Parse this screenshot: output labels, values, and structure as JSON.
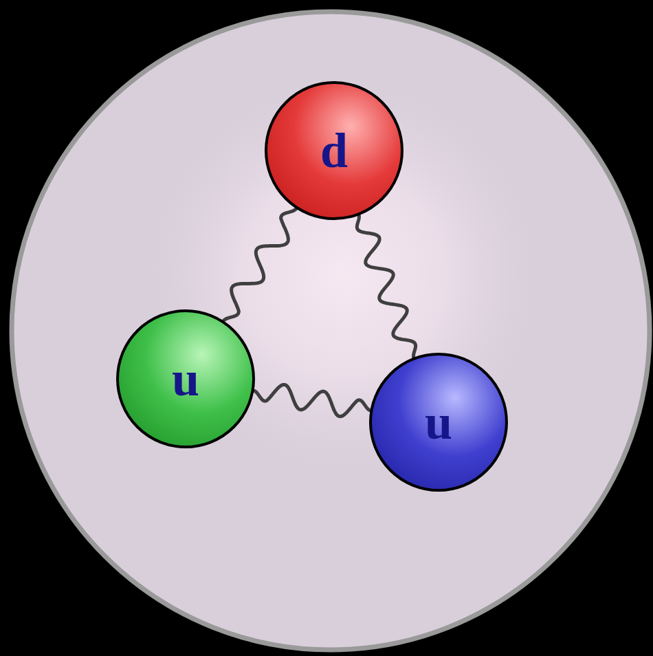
{
  "diagram": {
    "nodes": [
      {
        "text": [
          "d"
        ]
      },
      {
        "text": [
          "u"
        ]
      },
      {
        "text": [
          "u"
        ]
      }
    ],
    "edges": [
      {
        "from": 0,
        "to": 1,
        "arrow": "none"
      },
      {
        "from": 0,
        "to": 2,
        "arrow": "none"
      },
      {
        "from": 1,
        "to": 2,
        "arrow": "none"
      }
    ]
  }
}
